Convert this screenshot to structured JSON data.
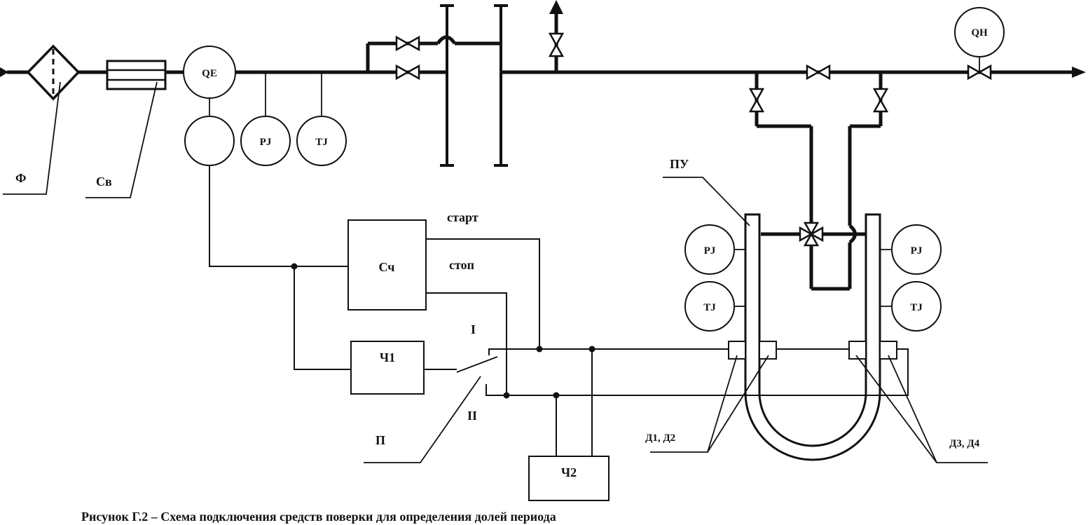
{
  "labels": {
    "filter": "Ф",
    "straightener": "Св",
    "flow_meter": "QE",
    "pressure": "PJ",
    "temperature": "TJ",
    "reference": "QH",
    "prover": "ПУ",
    "counter": "Сч",
    "start": "старт",
    "stop": "стоп",
    "timer1": "Ч1",
    "timer2": "Ч2",
    "pos1": "I",
    "pos2": "II",
    "switch": "П",
    "det12": "Д1, Д2",
    "det34": "Д3, Д4"
  },
  "caption": "Рисунок Г.2 – Схема подключения средств поверки для определения долей периода"
}
